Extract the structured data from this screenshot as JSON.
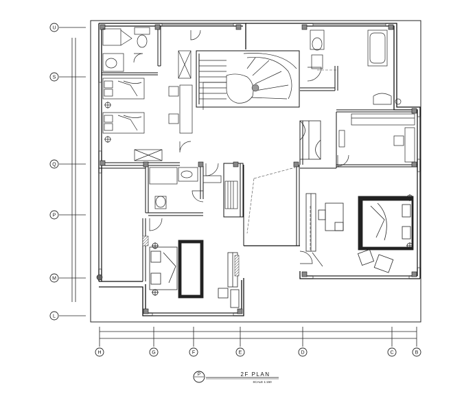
{
  "drawing": {
    "title": "2F PLAN",
    "scale": "SCALE 1:150",
    "sheet_mark": "P"
  },
  "grid": {
    "vertical": [
      "U",
      "S",
      "Q",
      "P",
      "M",
      "L"
    ],
    "horizontal": [
      "H",
      "G",
      "F",
      "E",
      "D",
      "C",
      "B"
    ]
  }
}
